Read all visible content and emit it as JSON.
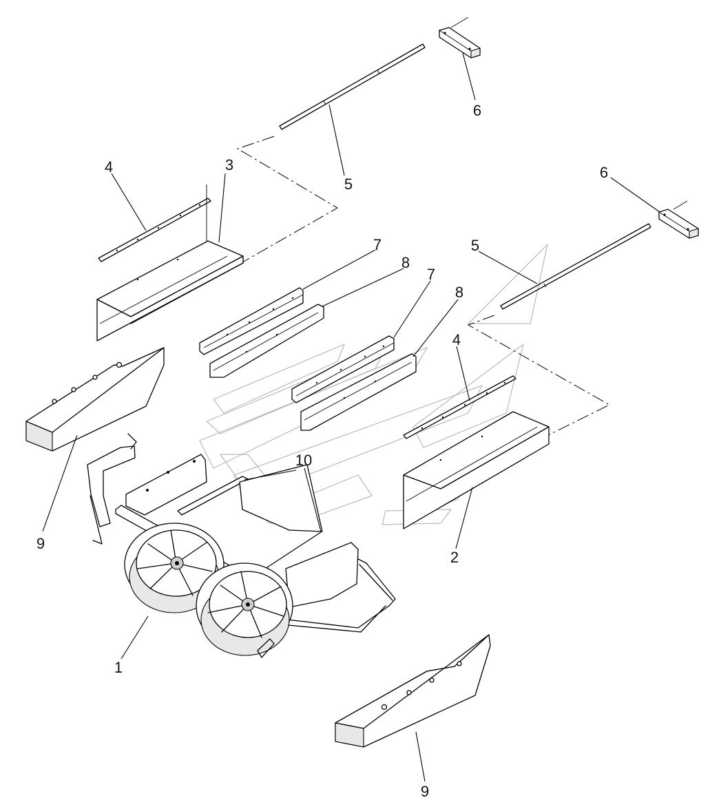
{
  "callouts": {
    "c1": "1",
    "c2": "2",
    "c3": "3",
    "c4a": "4",
    "c4b": "4",
    "c5a": "5",
    "c5b": "5",
    "c6a": "6",
    "c6b": "6",
    "c7a": "7",
    "c7b": "7",
    "c8a": "8",
    "c8b": "8",
    "c9a": "9",
    "c9b": "9",
    "c10": "10"
  },
  "colors": {
    "line": "#000000",
    "background": "#ffffff",
    "watermark": "#b9b9b9"
  }
}
